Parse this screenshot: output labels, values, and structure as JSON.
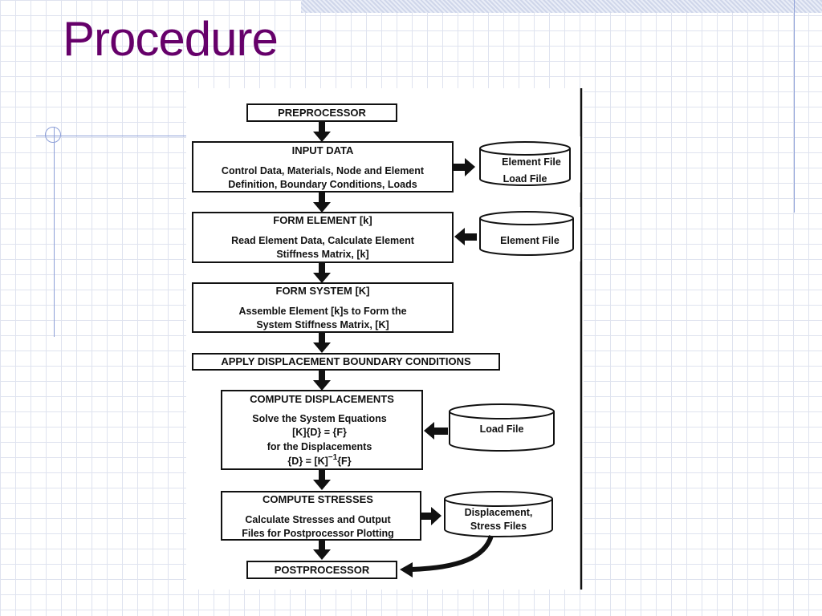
{
  "slide": {
    "title": "Procedure"
  },
  "flowchart": {
    "preprocessor": "PREPROCESSOR",
    "input_data": {
      "heading": "INPUT DATA",
      "line1": "Control Data, Materials, Node and Element",
      "line2": "Definition, Boundary Conditions, Loads"
    },
    "form_element": {
      "heading": "FORM ELEMENT [k]",
      "line1": "Read Element Data, Calculate Element",
      "line2": "Stiffness Matrix, [k]"
    },
    "form_system": {
      "heading": "FORM SYSTEM  [K]",
      "line1": "Assemble Element [k]s to Form the",
      "line2": "System Stiffness Matrix, [K]"
    },
    "apply_bc": "APPLY DISPLACEMENT BOUNDARY CONDITIONS",
    "compute_displacements": {
      "heading": "COMPUTE DISPLACEMENTS",
      "line1": "Solve the System Equations",
      "line2": "[K]{D} = {F}",
      "line3": "for the Displacements",
      "line4_main": "{D} = [K]",
      "line4_sup": "−1",
      "line4_end": "{F}"
    },
    "compute_stresses": {
      "heading": "COMPUTE STRESSES",
      "line1": "Calculate Stresses and Output",
      "line2": "Files for Postprocessor Plotting"
    },
    "postprocessor": "POSTPROCESSOR",
    "files": {
      "file1_line1": "Element  File",
      "file1_line2": "Load  File",
      "file2": "Element  File",
      "file3": "Load  File",
      "file4_line1": "Displacement,",
      "file4_line2": "Stress  Files"
    }
  }
}
